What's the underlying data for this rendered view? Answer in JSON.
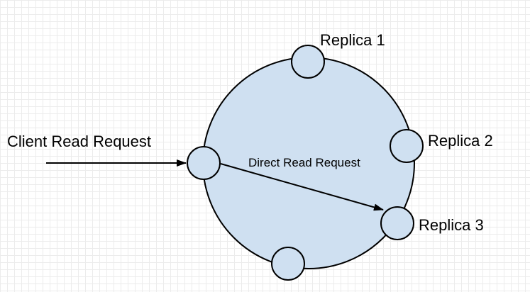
{
  "labels": {
    "client_request": "Client Read Request",
    "direct_request": "Direct Read Request"
  },
  "replicas": [
    {
      "label": "Replica 1"
    },
    {
      "label": "Replica 2"
    },
    {
      "label": "Replica 3"
    }
  ],
  "colors": {
    "ring_fill": "#cfe0f1",
    "node_fill": "#cfe0f1",
    "stroke": "#000000",
    "grid": "#ececec"
  }
}
